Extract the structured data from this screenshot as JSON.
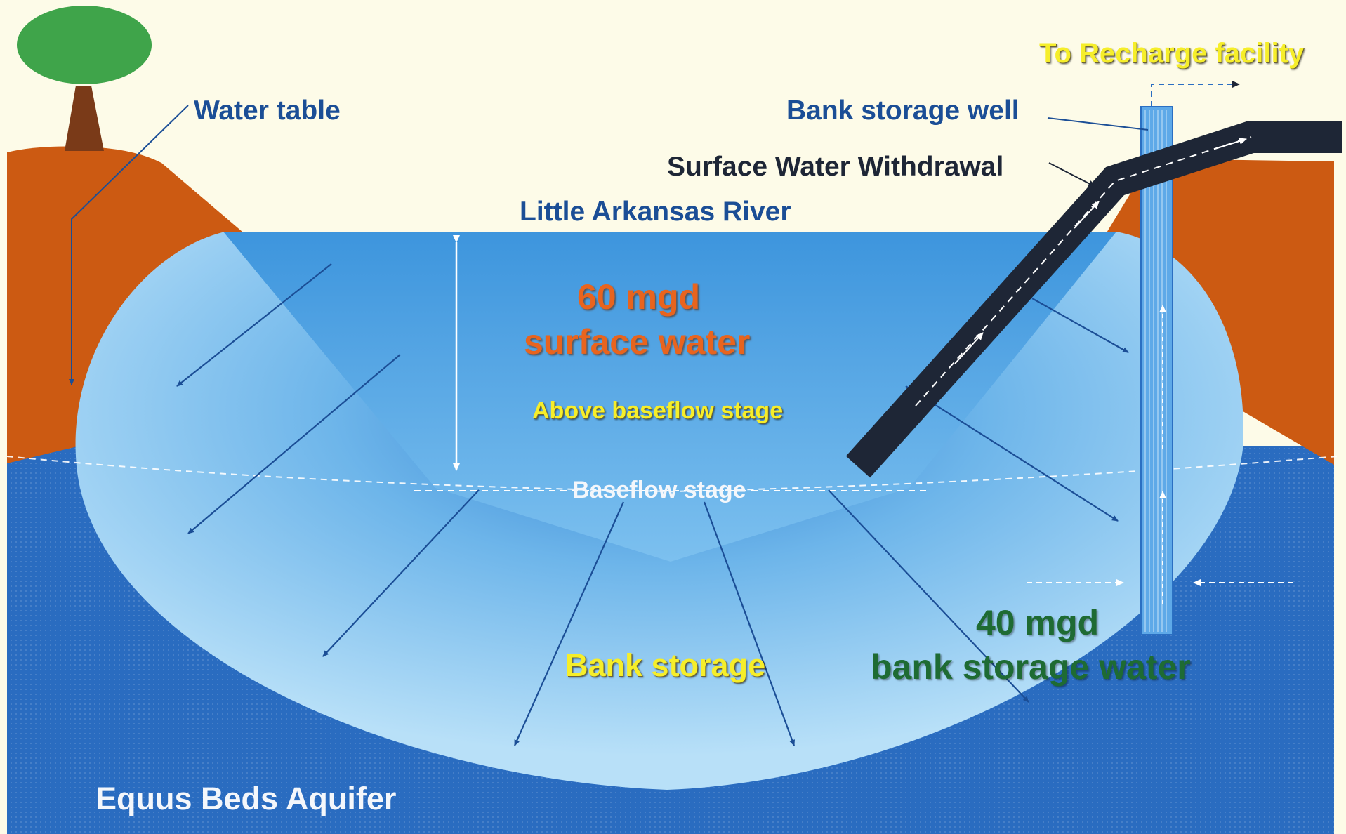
{
  "labels": {
    "to_recharge": "To Recharge facility",
    "water_table": "Water table",
    "bank_storage_well": "Bank storage well",
    "surface_withdrawal": "Surface Water Withdrawal",
    "river": "Little Arkansas River",
    "surface_amount": "60 mgd",
    "surface_water": "surface water",
    "above_baseflow": "Above baseflow stage",
    "baseflow": "Baseflow  stage",
    "bank_storage": "Bank storage",
    "bank_amount": "40 mgd",
    "bank_water": "bank storage water",
    "aquifer": "Equus Beds Aquifer"
  },
  "colors": {
    "background": "#fdfbe8",
    "soil": "#cc5a12",
    "aquifer": "#2a6cc0",
    "bank_storage_zone": "#9fd2f3",
    "river_water": "#4ea3e4",
    "pipe": "#1e2636",
    "tree_canopy": "#3fa44a",
    "tree_trunk": "#7a3a18",
    "arrow": "#1b4e96"
  }
}
